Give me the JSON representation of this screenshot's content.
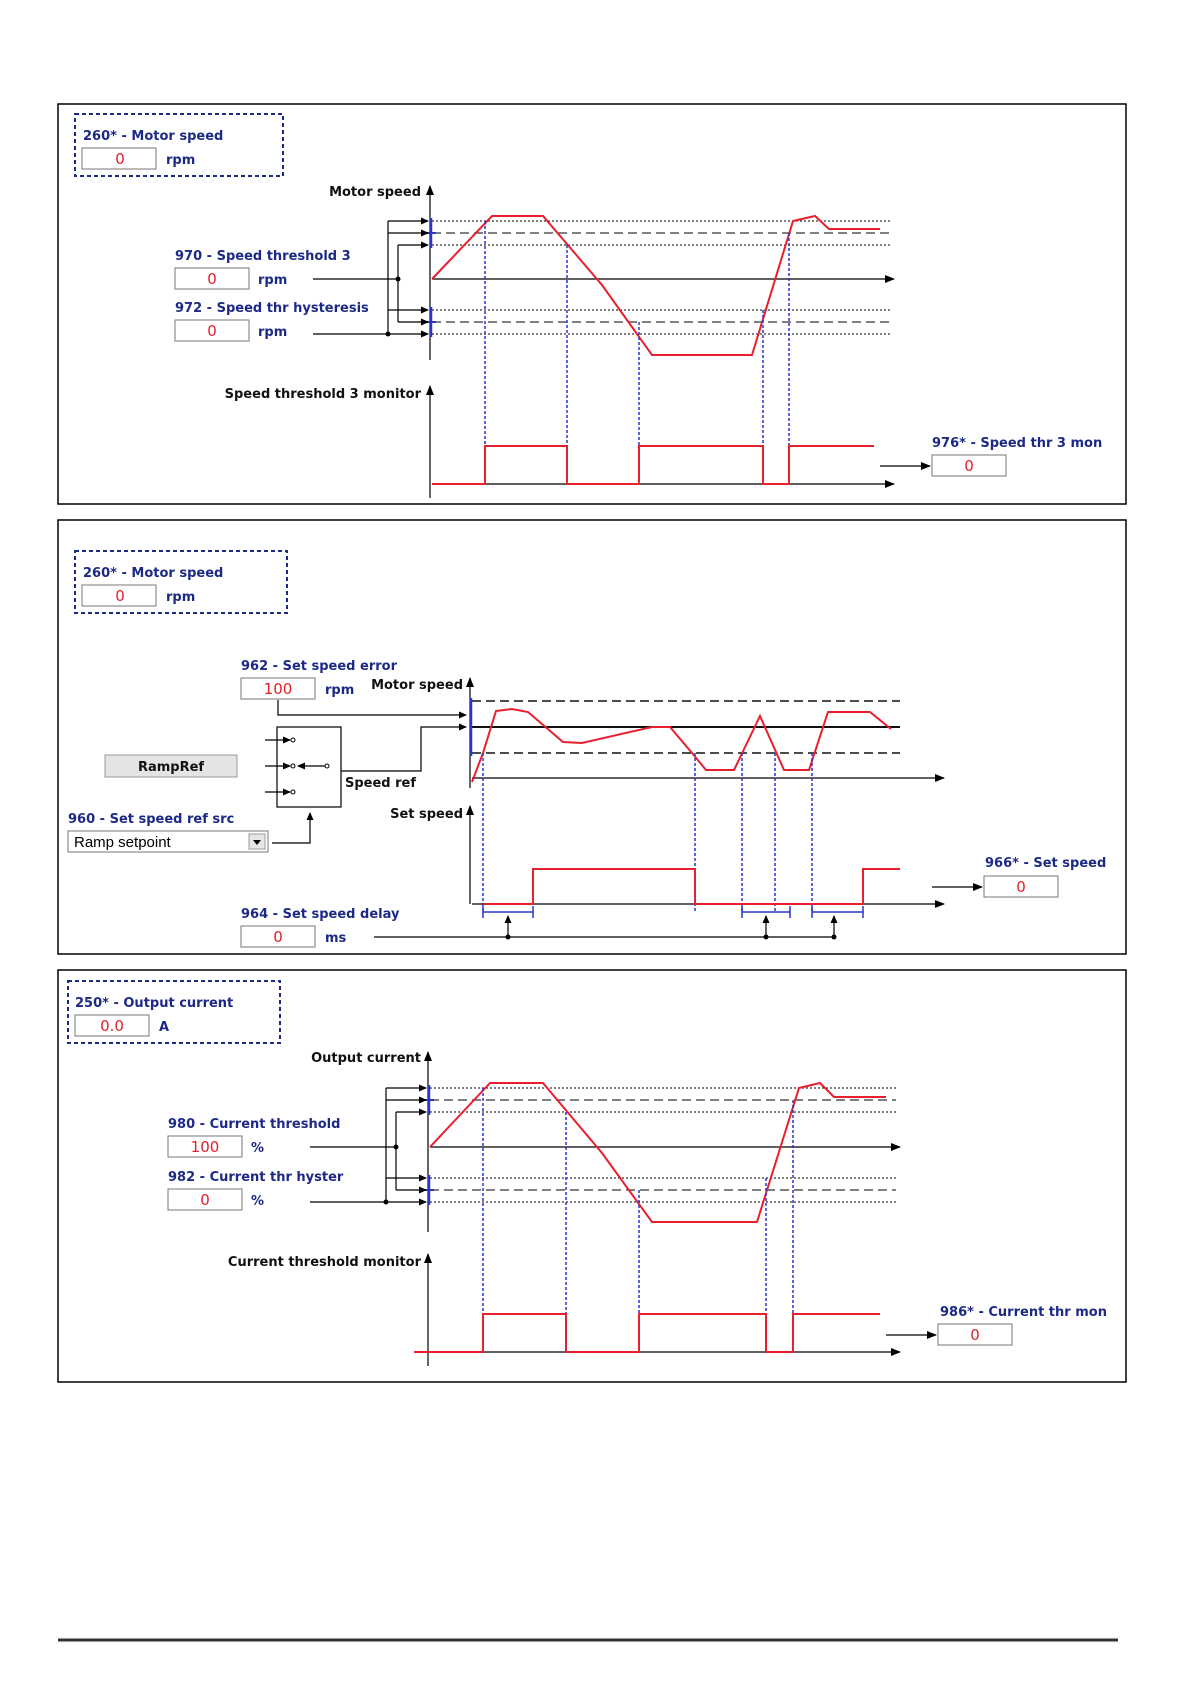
{
  "colors": {
    "signal": "#e8202e",
    "threshold_marker": "#2b35c8",
    "label_blue": "#1c2a86",
    "value_red": "#e0202a"
  },
  "panel1": {
    "param_box": {
      "title": "260* - Motor speed",
      "value": "0",
      "unit": "rpm"
    },
    "axis_top": "Motor speed",
    "threshold": {
      "title": "970 - Speed threshold 3",
      "value": "0",
      "unit": "rpm"
    },
    "hysteresis": {
      "title": "972 - Speed thr hysteresis",
      "value": "0",
      "unit": "rpm"
    },
    "axis_bottom": "Speed threshold 3 monitor",
    "output": {
      "title": "976* - Speed thr 3 mon",
      "value": "0"
    }
  },
  "panel2": {
    "param_box": {
      "title": "260* - Motor speed",
      "value": "0",
      "unit": "rpm"
    },
    "error": {
      "title": "962 - Set speed error",
      "value": "100",
      "unit": "rpm"
    },
    "axis_top": "Motor speed",
    "ramp_button": "RampRef",
    "speed_ref": "Speed ref",
    "source": {
      "title": "960 - Set speed ref src",
      "selected": "Ramp setpoint"
    },
    "axis_bottom": "Set speed",
    "delay": {
      "title": "964 - Set speed delay",
      "value": "0",
      "unit": "ms"
    },
    "output": {
      "title": "966* - Set speed",
      "value": "0"
    }
  },
  "panel3": {
    "param_box": {
      "title": "250* - Output current",
      "value": "0.0",
      "unit": "A"
    },
    "axis_top": "Output current",
    "threshold": {
      "title": "980 - Current threshold",
      "value": "100",
      "unit": "%"
    },
    "hysteresis": {
      "title": "982 - Current thr hyster",
      "value": "0",
      "unit": "%"
    },
    "axis_bottom": "Current threshold monitor",
    "output": {
      "title": "986* - Current thr mon",
      "value": "0"
    }
  }
}
